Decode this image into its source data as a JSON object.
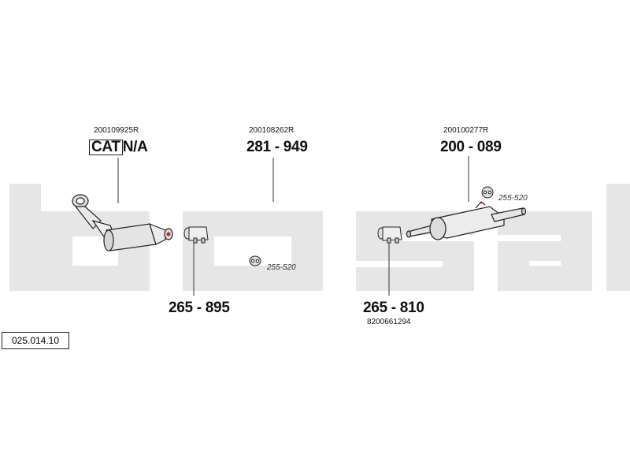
{
  "watermark": {
    "text": "bosal",
    "color": "#e6e6e6"
  },
  "diagram_id": "025.014.10",
  "parts": [
    {
      "oem": "200109925R",
      "cat_label": "CAT",
      "number": "N/A"
    },
    {
      "oem": "200108262R",
      "number": "281 - 949"
    },
    {
      "oem": "200100277R",
      "number": "200 - 089"
    },
    {
      "number": "265 - 895"
    },
    {
      "number": "265 - 810",
      "oem": "8200661294"
    }
  ],
  "hanger_labels": [
    "255-520",
    "255-520"
  ],
  "accent_color": "#cc2222"
}
